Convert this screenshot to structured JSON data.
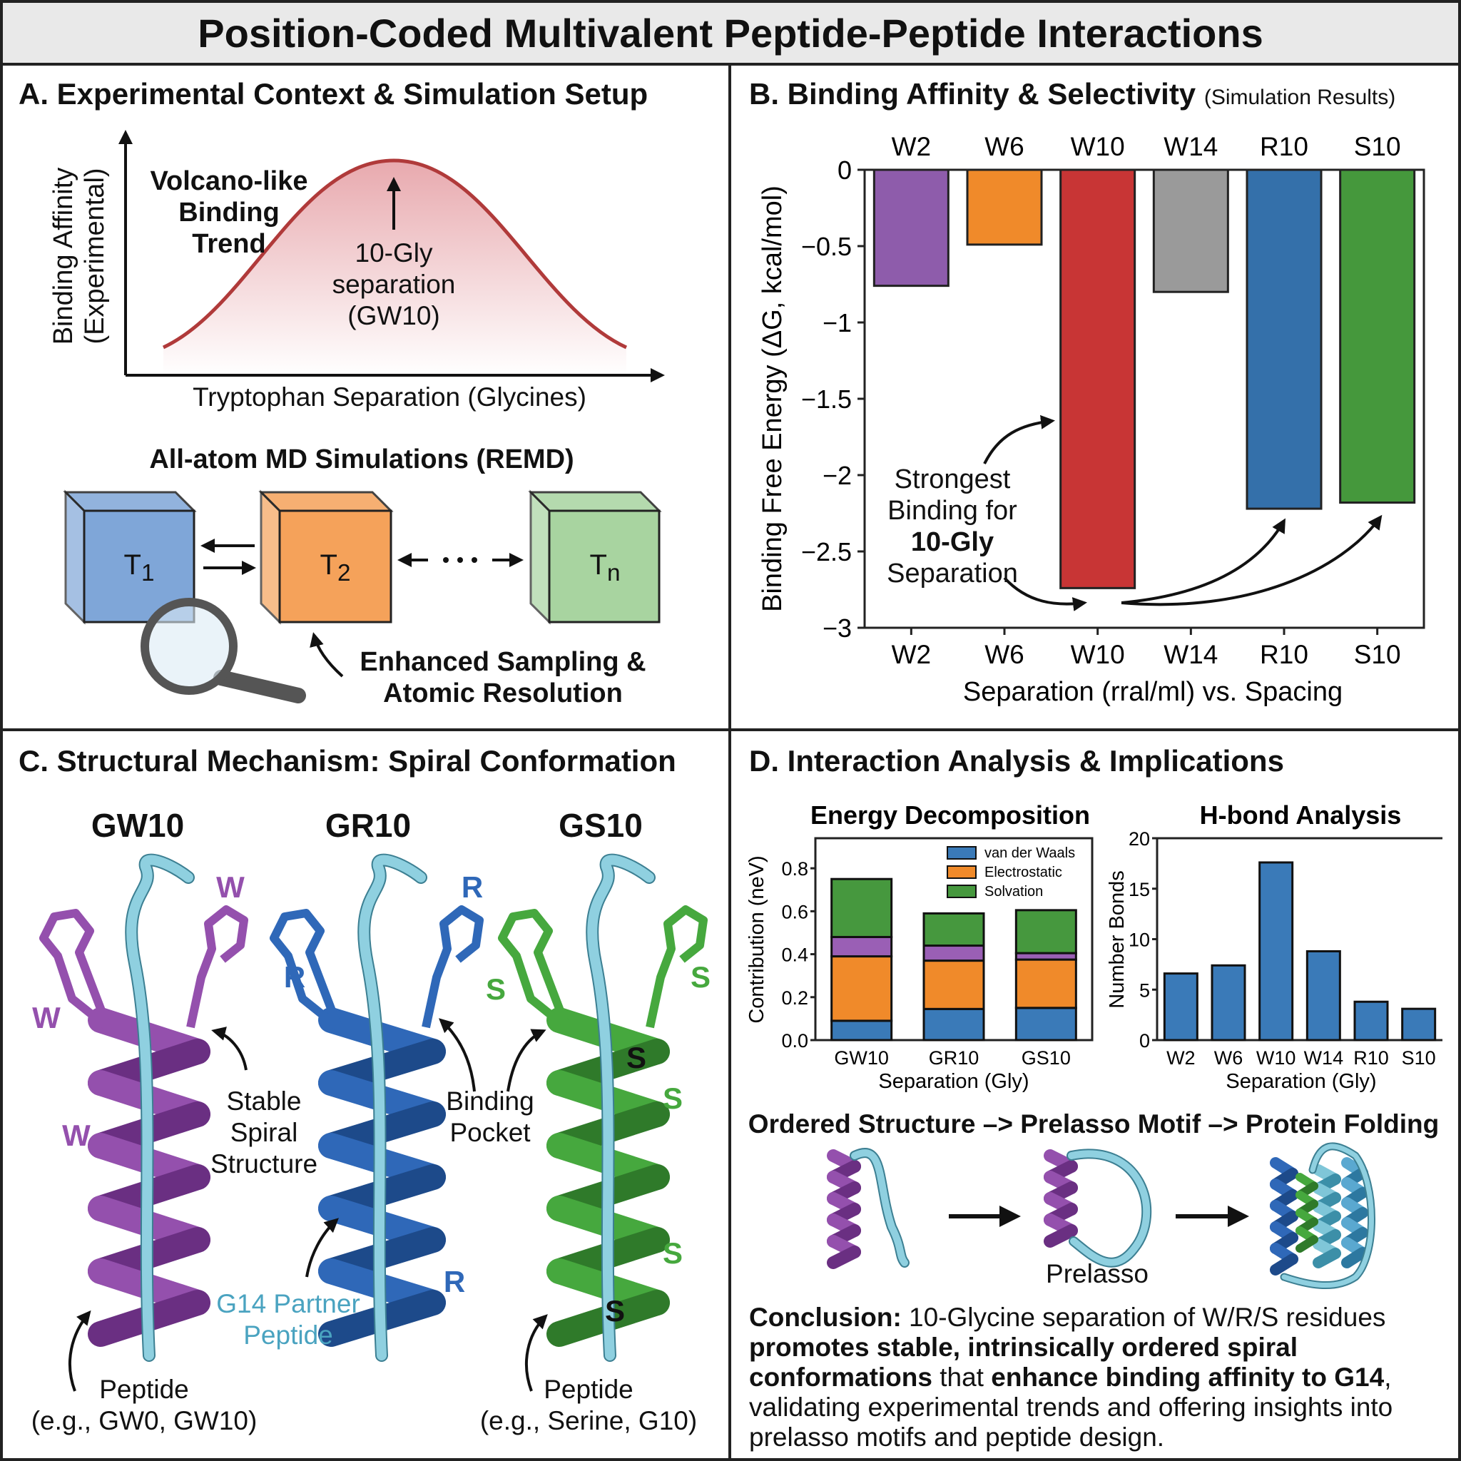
{
  "title": "Position-Coded Multivalent Peptide-Peptide Interactions",
  "panel_a": {
    "title": "A. Experimental Context & Simulation Setup",
    "ylabel_line1": "Binding Affinity",
    "ylabel_line2": "(Experimental)",
    "xlabel": "Tryptophan Separation (Glycines)",
    "trend_label": [
      "Volcano-like",
      "Binding",
      "Trend"
    ],
    "peak_label": [
      "10-Gly",
      "separation",
      "(GW10)"
    ],
    "md_title": "All-atom MD Simulations (REMD)",
    "replicas": [
      {
        "label": "T",
        "sub": "1",
        "color": "#7fa6d8"
      },
      {
        "label": "T",
        "sub": "2",
        "color": "#f5a25a"
      },
      {
        "label": "T",
        "sub": "n",
        "color": "#a8d4a0"
      }
    ],
    "sampling_label": [
      "Enhanced Sampling &",
      "Atomic Resolution"
    ],
    "curve_color": "#b03a3a",
    "icons": [
      "magnifier-icon",
      "arrow-icon"
    ]
  },
  "panel_b": {
    "title": "B. Binding Affinity & Selectivity",
    "subtitle": "(Simulation Results)",
    "annotation": [
      "Strongest",
      "Binding for",
      "10-Gly",
      "Separation"
    ]
  },
  "panel_c": {
    "title": "C. Structural Mechanism: Spiral Conformation",
    "peptides": [
      {
        "name": "GW10",
        "color": "#9450ad",
        "residue": "W"
      },
      {
        "name": "GR10",
        "color": "#2f68b8",
        "residue": "R"
      },
      {
        "name": "GS10",
        "color": "#46a83e",
        "residue": "S"
      }
    ],
    "partner_color": "#8fd0e0",
    "stable_label": [
      "Stable",
      "Spiral",
      "Structure"
    ],
    "pocket_label": [
      "Binding",
      "Pocket"
    ],
    "partner_label": [
      "G14 Partner",
      "Peptide"
    ],
    "peptide_left": [
      "Peptide",
      "(e.g., GW0, GW10)"
    ],
    "peptide_right": [
      "Peptide",
      "(e.g., Serine, G10)"
    ]
  },
  "panel_d": {
    "title": "D. Interaction Analysis & Implications",
    "flow_title": "Ordered Structure –> Prelasso Motif –> Protein Folding",
    "prelasso_label": "Prelasso",
    "conclusion": {
      "lead": "Conclusion:",
      "t1": " 10-Glycine separation of W/R/S residues ",
      "b1": "promotes stable, intrinsically ordered spiral conformations",
      "t2": " that ",
      "b2": "enhance binding affinity to G14",
      "t3": ", validating experimental trends and offering insights into prelasso motifs and peptide design."
    }
  },
  "chart_data": [
    {
      "type": "bar",
      "panel": "B",
      "categories": [
        "W2",
        "W6",
        "W10",
        "W14",
        "R10",
        "S10"
      ],
      "values": [
        -0.76,
        -0.49,
        -2.74,
        -0.8,
        -2.22,
        -2.18
      ],
      "colors": [
        "#8e5cab",
        "#f08a2a",
        "#c83535",
        "#9a9a9a",
        "#3470aa",
        "#45983c"
      ],
      "xlabel": "Separation (rral/ml) vs. Spacing",
      "ylabel": "Binding Free Energy (ΔG, kcal/mol)",
      "ylim": [
        -3,
        0
      ],
      "yticks": [
        "0",
        "−0.5",
        "−1",
        "−1.5",
        "−2",
        "−2.5",
        "−3"
      ],
      "grid": false
    },
    {
      "type": "bar",
      "stacked": true,
      "title": "Energy Decomposition",
      "categories": [
        "GW10",
        "GR10",
        "GS10"
      ],
      "series": [
        {
          "name": "van der Waals",
          "values": [
            0.09,
            0.145,
            0.15
          ],
          "color": "#3a7ab8"
        },
        {
          "name": "Electrostatic",
          "values": [
            0.3,
            0.225,
            0.225
          ],
          "color": "#f08a2a"
        },
        {
          "values": [
            0.09,
            0.07,
            0.03
          ],
          "color": "#9a5fb5"
        },
        {
          "name": "Solvation",
          "values": [
            0.27,
            0.15,
            0.2
          ],
          "color": "#46983e"
        }
      ],
      "xlabel": "Separation (Gly)",
      "ylabel": "Contribution (neV)",
      "ylim": [
        0,
        0.94
      ],
      "yticks": [
        "0.0",
        "0.2",
        "0.4",
        "0.6",
        "0.8"
      ],
      "legend": "top-right"
    },
    {
      "type": "bar",
      "title": "H-bond Analysis",
      "categories": [
        "W2",
        "W6",
        "W10",
        "W14",
        "R10",
        "S10"
      ],
      "values": [
        6.6,
        7.4,
        17.6,
        8.8,
        3.8,
        3.1
      ],
      "color": "#3a7ab8",
      "xlabel": "Separation (Gly)",
      "ylabel": "Number Bonds",
      "ylim": [
        0,
        20
      ],
      "yticks": [
        "0",
        "5",
        "10",
        "15",
        "20"
      ]
    }
  ]
}
